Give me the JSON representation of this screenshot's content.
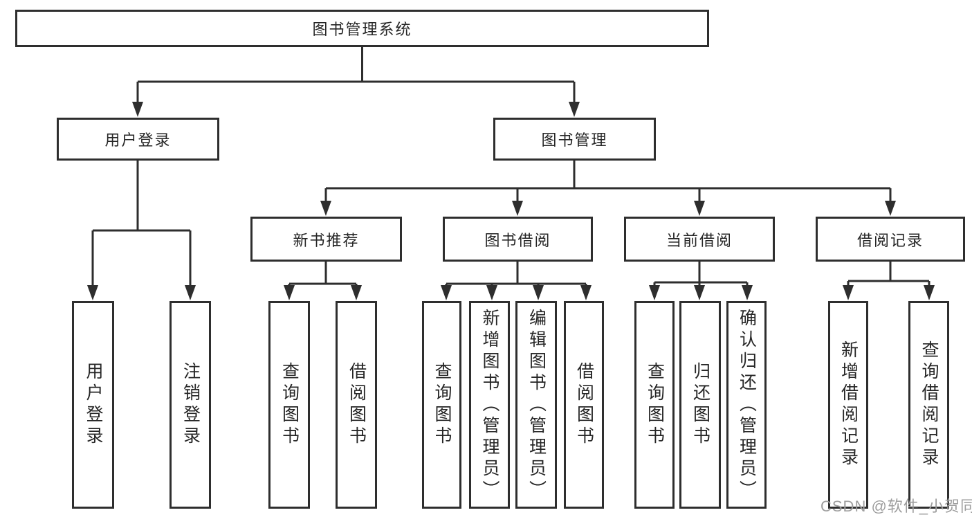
{
  "diagram": {
    "title": "图书管理系统",
    "root": {
      "label": "图书管理系统"
    },
    "level2": [
      {
        "label": "用户登录"
      },
      {
        "label": "图书管理"
      }
    ],
    "level3": [
      {
        "label": "新书推荐",
        "parent": "图书管理"
      },
      {
        "label": "图书借阅",
        "parent": "图书管理"
      },
      {
        "label": "当前借阅",
        "parent": "图书管理"
      },
      {
        "label": "借阅记录",
        "parent": "图书管理"
      }
    ],
    "leaves": [
      {
        "label": "用户登录",
        "parent": "用户登录"
      },
      {
        "label": "注销登录",
        "parent": "用户登录"
      },
      {
        "label": "查询图书",
        "parent": "新书推荐"
      },
      {
        "label": "借阅图书",
        "parent": "新书推荐"
      },
      {
        "label": "查询图书",
        "parent": "图书借阅"
      },
      {
        "label": "新增图书（管理员）",
        "parent": "图书借阅"
      },
      {
        "label": "编辑图书（管理员）",
        "parent": "图书借阅"
      },
      {
        "label": "借阅图书",
        "parent": "图书借阅"
      },
      {
        "label": "查询图书",
        "parent": "当前借阅"
      },
      {
        "label": "归还图书",
        "parent": "当前借阅"
      },
      {
        "label": "确认归还（管理员）",
        "parent": "当前借阅"
      },
      {
        "label": "新增借阅记录",
        "parent": "借阅记录"
      },
      {
        "label": "查询借阅记录",
        "parent": "借阅记录"
      }
    ]
  },
  "watermark": {
    "text": "CSDN @软件_小贺同学"
  },
  "colors": {
    "line": "#2e2e2e",
    "box_border": "#2e2e2e",
    "text": "#262626",
    "watermark": "#9e9e9e",
    "background": "#ffffff"
  }
}
